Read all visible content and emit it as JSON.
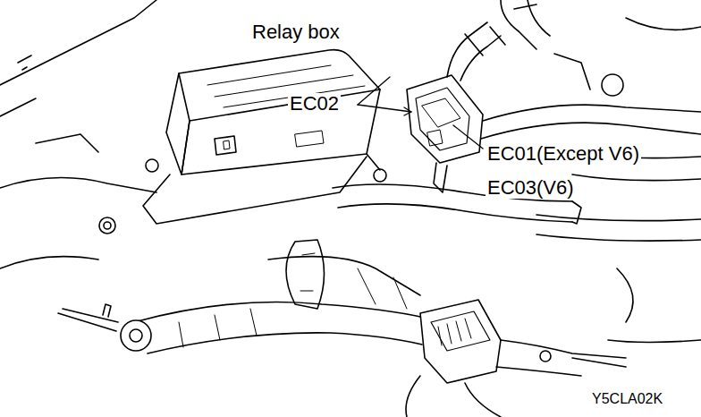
{
  "diagram": {
    "labels": [
      "Relay box",
      "EC02",
      "EC01(Except V6)",
      "EC03(V6)",
      "Y5CLA02K"
    ]
  }
}
